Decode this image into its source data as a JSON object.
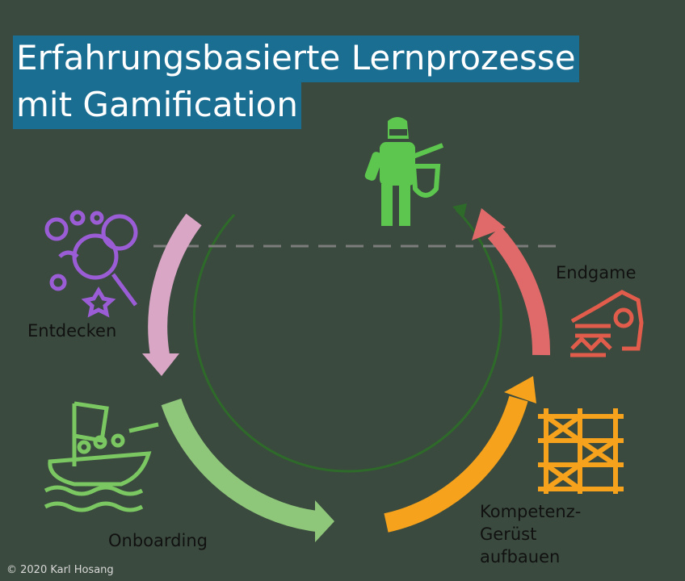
{
  "title": {
    "line1": "Erfahrungsbasierte Lernprozesse",
    "line2": "mit Gamification"
  },
  "stages": {
    "entdecken": "Entdecken",
    "onboarding": "Onboarding",
    "kompetenz": [
      "Kompetenz-",
      "Gerüst",
      "aufbauen"
    ],
    "endgame": "Endgame"
  },
  "credit": "© 2020 Karl Hosang",
  "colors": {
    "title_bg": "#1a6e92",
    "entdecken": "#d9a6c6",
    "onboarding": "#8fc77a",
    "kompetenz": "#f6a21c",
    "endgame": "#e06a6a",
    "circle": "#2e6a2a",
    "hero": "#5cc64e",
    "magic": "#9b5dd6",
    "ship": "#7bc862",
    "scaffold": "#f6a21c",
    "dragon": "#e25c4c"
  },
  "icons": [
    "magic-wand-icon",
    "ship-icon",
    "scaffold-icon",
    "dragon-icon",
    "hero-knight-icon"
  ]
}
